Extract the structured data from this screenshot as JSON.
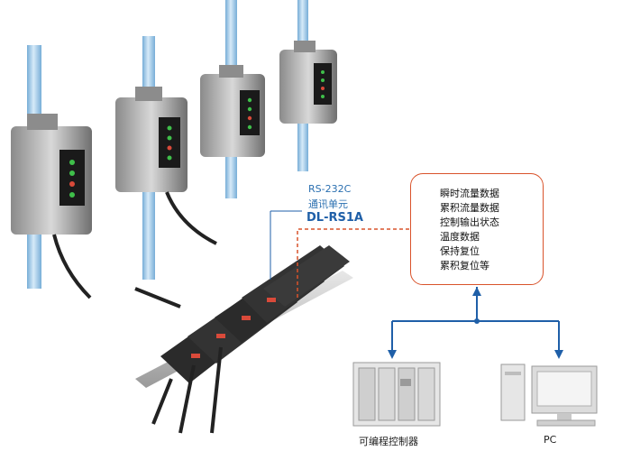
{
  "comm_unit": {
    "line1": "RS-232C",
    "line2": "通讯单元",
    "model": "DL-RS1A"
  },
  "data_items": [
    "瞬时流量数据",
    "累积流量数据",
    "控制输出状态",
    "温度数据",
    "保持复位",
    "累积复位等"
  ],
  "devices": {
    "plc_label": "可编程控制器",
    "pc_label": "PC"
  },
  "colors": {
    "connector_blue": "#1f5fa8",
    "callout_orange": "#d9532b",
    "pipe_blue": "#7fb6de"
  }
}
